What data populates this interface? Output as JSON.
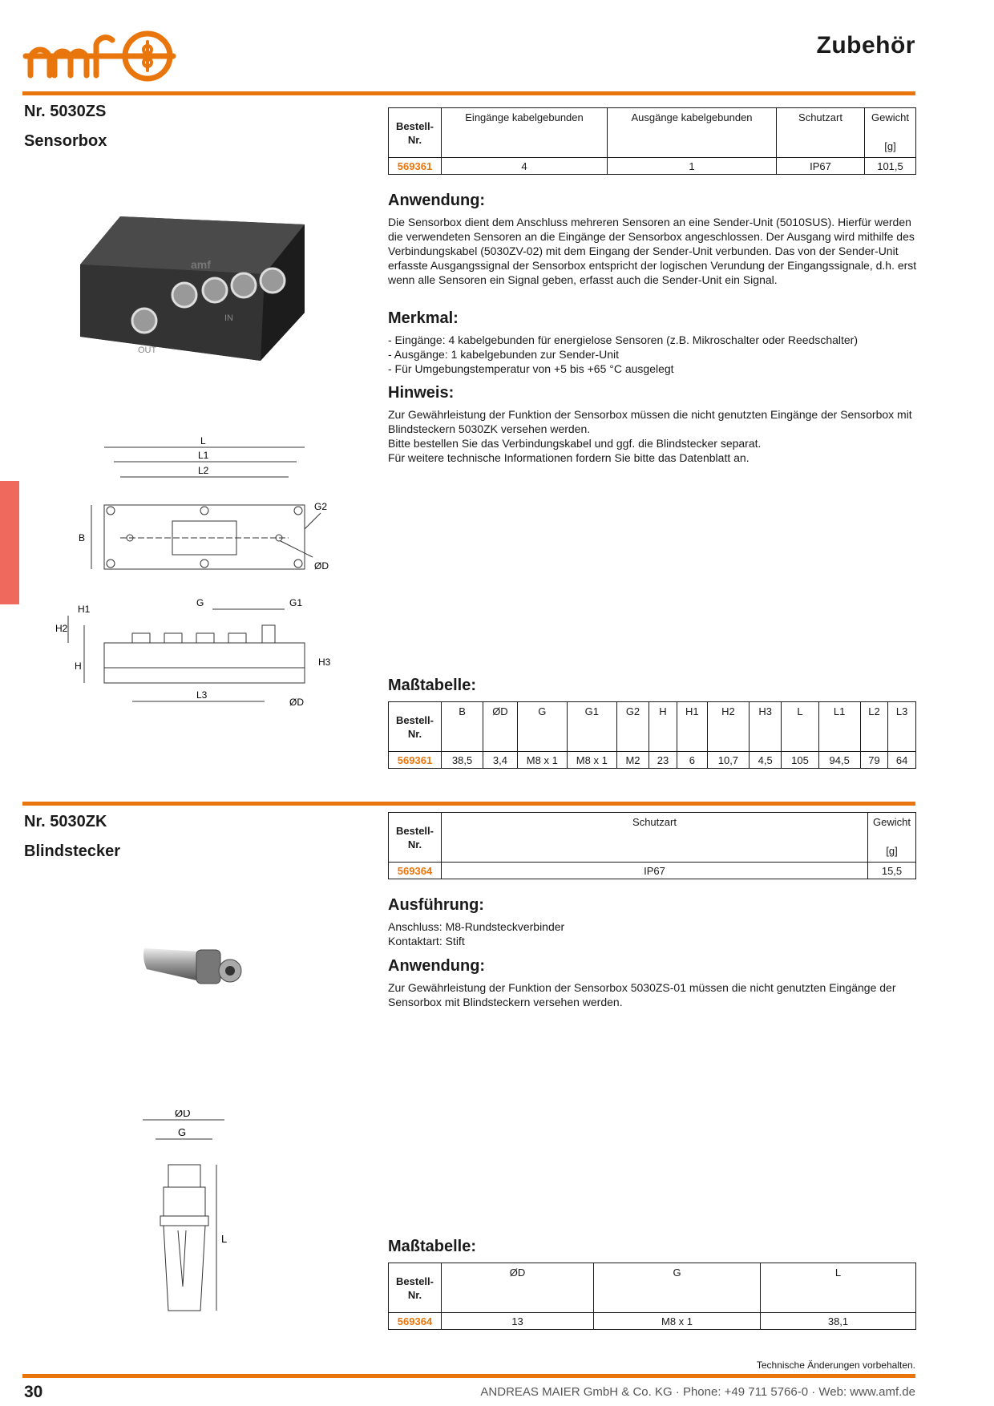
{
  "header": {
    "logo_text": "amf",
    "page_heading": "Zubehör"
  },
  "products": [
    {
      "nr": "Nr. 5030ZS",
      "name": "Sensorbox",
      "spec_table": {
        "order_header": "Bestell-\nNr.",
        "columns": [
          "Eingänge kabelgebunden",
          "Ausgänge kabelgebunden",
          "Schutzart",
          "Gewicht"
        ],
        "weight_unit": "[g]",
        "rows": [
          [
            "569361",
            "4",
            "1",
            "IP67",
            "101,5"
          ]
        ]
      },
      "sections": [
        {
          "heading": "Anwendung:",
          "text": "Die Sensorbox dient dem Anschluss mehreren Sensoren an eine Sender-Unit (5010SUS). Hierfür werden die verwendeten Sensoren an die Eingänge der Sensorbox angeschlossen. Der Ausgang wird mithilfe des Verbindungskabel (5030ZV-02) mit dem Eingang der Sender-Unit verbunden. Das von der Sender-Unit erfasste Ausgangssignal der Sensorbox entspricht der logischen Verundung der Eingangssignale, d.h. erst wenn alle Sensoren ein Signal geben, erfasst auch die Sender-Unit ein Signal."
        },
        {
          "heading": "Merkmal:",
          "text": "- Eingänge: 4 kabelgebunden für energielose Sensoren (z.B. Mikroschalter oder Reedschalter)\n- Ausgänge: 1 kabelgebunden zur Sender-Unit\n- Für Umgebungstemperatur von +5 bis +65 °C ausgelegt"
        },
        {
          "heading": "Hinweis:",
          "text": "Zur Gewährleistung der Funktion der Sensorbox müssen die nicht genutzten Eingänge der Sensorbox mit Blindsteckern 5030ZK versehen werden.\nBitte bestellen Sie das Verbindungskabel und ggf. die Blindstecker separat.\nFür weitere technische Informationen fordern Sie bitte das Datenblatt an."
        }
      ],
      "dim_heading": "Maßtabelle:",
      "dim_table": {
        "order_header": "Bestell-\nNr.",
        "columns": [
          "B",
          "ØD",
          "G",
          "G1",
          "G2",
          "H",
          "H1",
          "H2",
          "H3",
          "L",
          "L1",
          "L2",
          "L3"
        ],
        "rows": [
          [
            "569361",
            "38,5",
            "3,4",
            "M8 x 1",
            "M8 x 1",
            "M2",
            "23",
            "6",
            "10,7",
            "4,5",
            "105",
            "94,5",
            "79",
            "64"
          ]
        ]
      },
      "photo_marks": {
        "brand": "amf",
        "out": "OUT",
        "in": "IN"
      },
      "drawing_labels": {
        "L": "L",
        "L1": "L1",
        "L2": "L2",
        "B": "B",
        "G2": "G2",
        "D": "ØD",
        "G": "G",
        "G1": "G1",
        "H": "H",
        "H1": "H1",
        "H2": "H2",
        "H3": "H3",
        "L3": "L3"
      }
    },
    {
      "nr": "Nr. 5030ZK",
      "name": "Blindstecker",
      "spec_table": {
        "order_header": "Bestell-\nNr.",
        "columns": [
          "Schutzart",
          "Gewicht"
        ],
        "weight_unit": "[g]",
        "rows": [
          [
            "569364",
            "IP67",
            "15,5"
          ]
        ]
      },
      "sections": [
        {
          "heading": "Ausführung:",
          "text": "Anschluss: M8-Rundsteckverbinder\nKontaktart: Stift"
        },
        {
          "heading": "Anwendung:",
          "text": "Zur Gewährleistung der Funktion der Sensorbox 5030ZS-01 müssen die nicht genutzten Eingänge der Sensorbox mit Blindsteckern versehen werden."
        }
      ],
      "dim_heading": "Maßtabelle:",
      "dim_table": {
        "order_header": "Bestell-\nNr.",
        "columns": [
          "ØD",
          "G",
          "L"
        ],
        "rows": [
          [
            "569364",
            "13",
            "M8 x 1",
            "38,1"
          ]
        ]
      },
      "drawing_labels": {
        "D": "ØD",
        "G": "G",
        "L": "L"
      }
    }
  ],
  "footer": {
    "disclaimer": "Technische Änderungen vorbehalten.",
    "page_number": "30",
    "company_line": "ANDREAS MAIER GmbH & Co. KG · Phone: +49 711 5766-0 · Web: www.amf.de"
  },
  "colors": {
    "accent": "#e8760d",
    "side_tab": "#ef6a5c",
    "text": "#1a1a1a"
  }
}
